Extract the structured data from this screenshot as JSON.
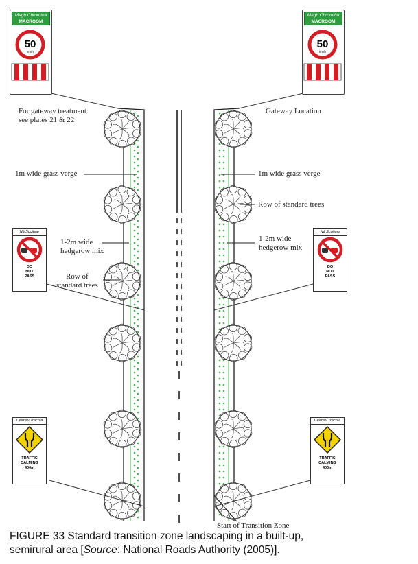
{
  "gateway_sign": {
    "place_irish": "Magh Chromtha",
    "place_english": "MACROOM",
    "speed": "50",
    "speed_unit": "km/h"
  },
  "no_overtake_sign": {
    "header": "Ná Scoitear",
    "footer_line1": "DO",
    "footer_line2": "NOT",
    "footer_line3": "PASS"
  },
  "traffic_calming_sign": {
    "header": "Ceansú Tráchta",
    "footer_line1": "TRAFFIC",
    "footer_line2": "CALMING",
    "footer_line3": "400m"
  },
  "annotations": {
    "left_gateway_1": "For gateway treatment",
    "left_gateway_2": "see plates 21 & 22",
    "right_gateway": "Gateway Location",
    "left_verge": "1m wide grass verge",
    "right_verge": "1m wide grass verge",
    "right_trees": "Row of standard trees",
    "left_hedge_1": "1-2m wide",
    "left_hedge_2": "hedgerow mix",
    "right_hedge_1": "1-2m wide",
    "right_hedge_2": "hedgerow mix",
    "left_trees_1": "Row of",
    "left_trees_2": "standard trees",
    "start_zone": "Start of Transition Zone"
  },
  "caption": {
    "prefix": "FIGURE 33  Standard transition zone landscaping in a built-up,",
    "line2_a": "semirural area [",
    "line2_source": "Source",
    "line2_b": ": National Roads Authority (2005)]."
  },
  "colors": {
    "sign_green": "#2e9d3f",
    "sign_red": "#d21f26",
    "hedge_green": "#4caf50",
    "diamond_yellow": "#f2d300"
  }
}
